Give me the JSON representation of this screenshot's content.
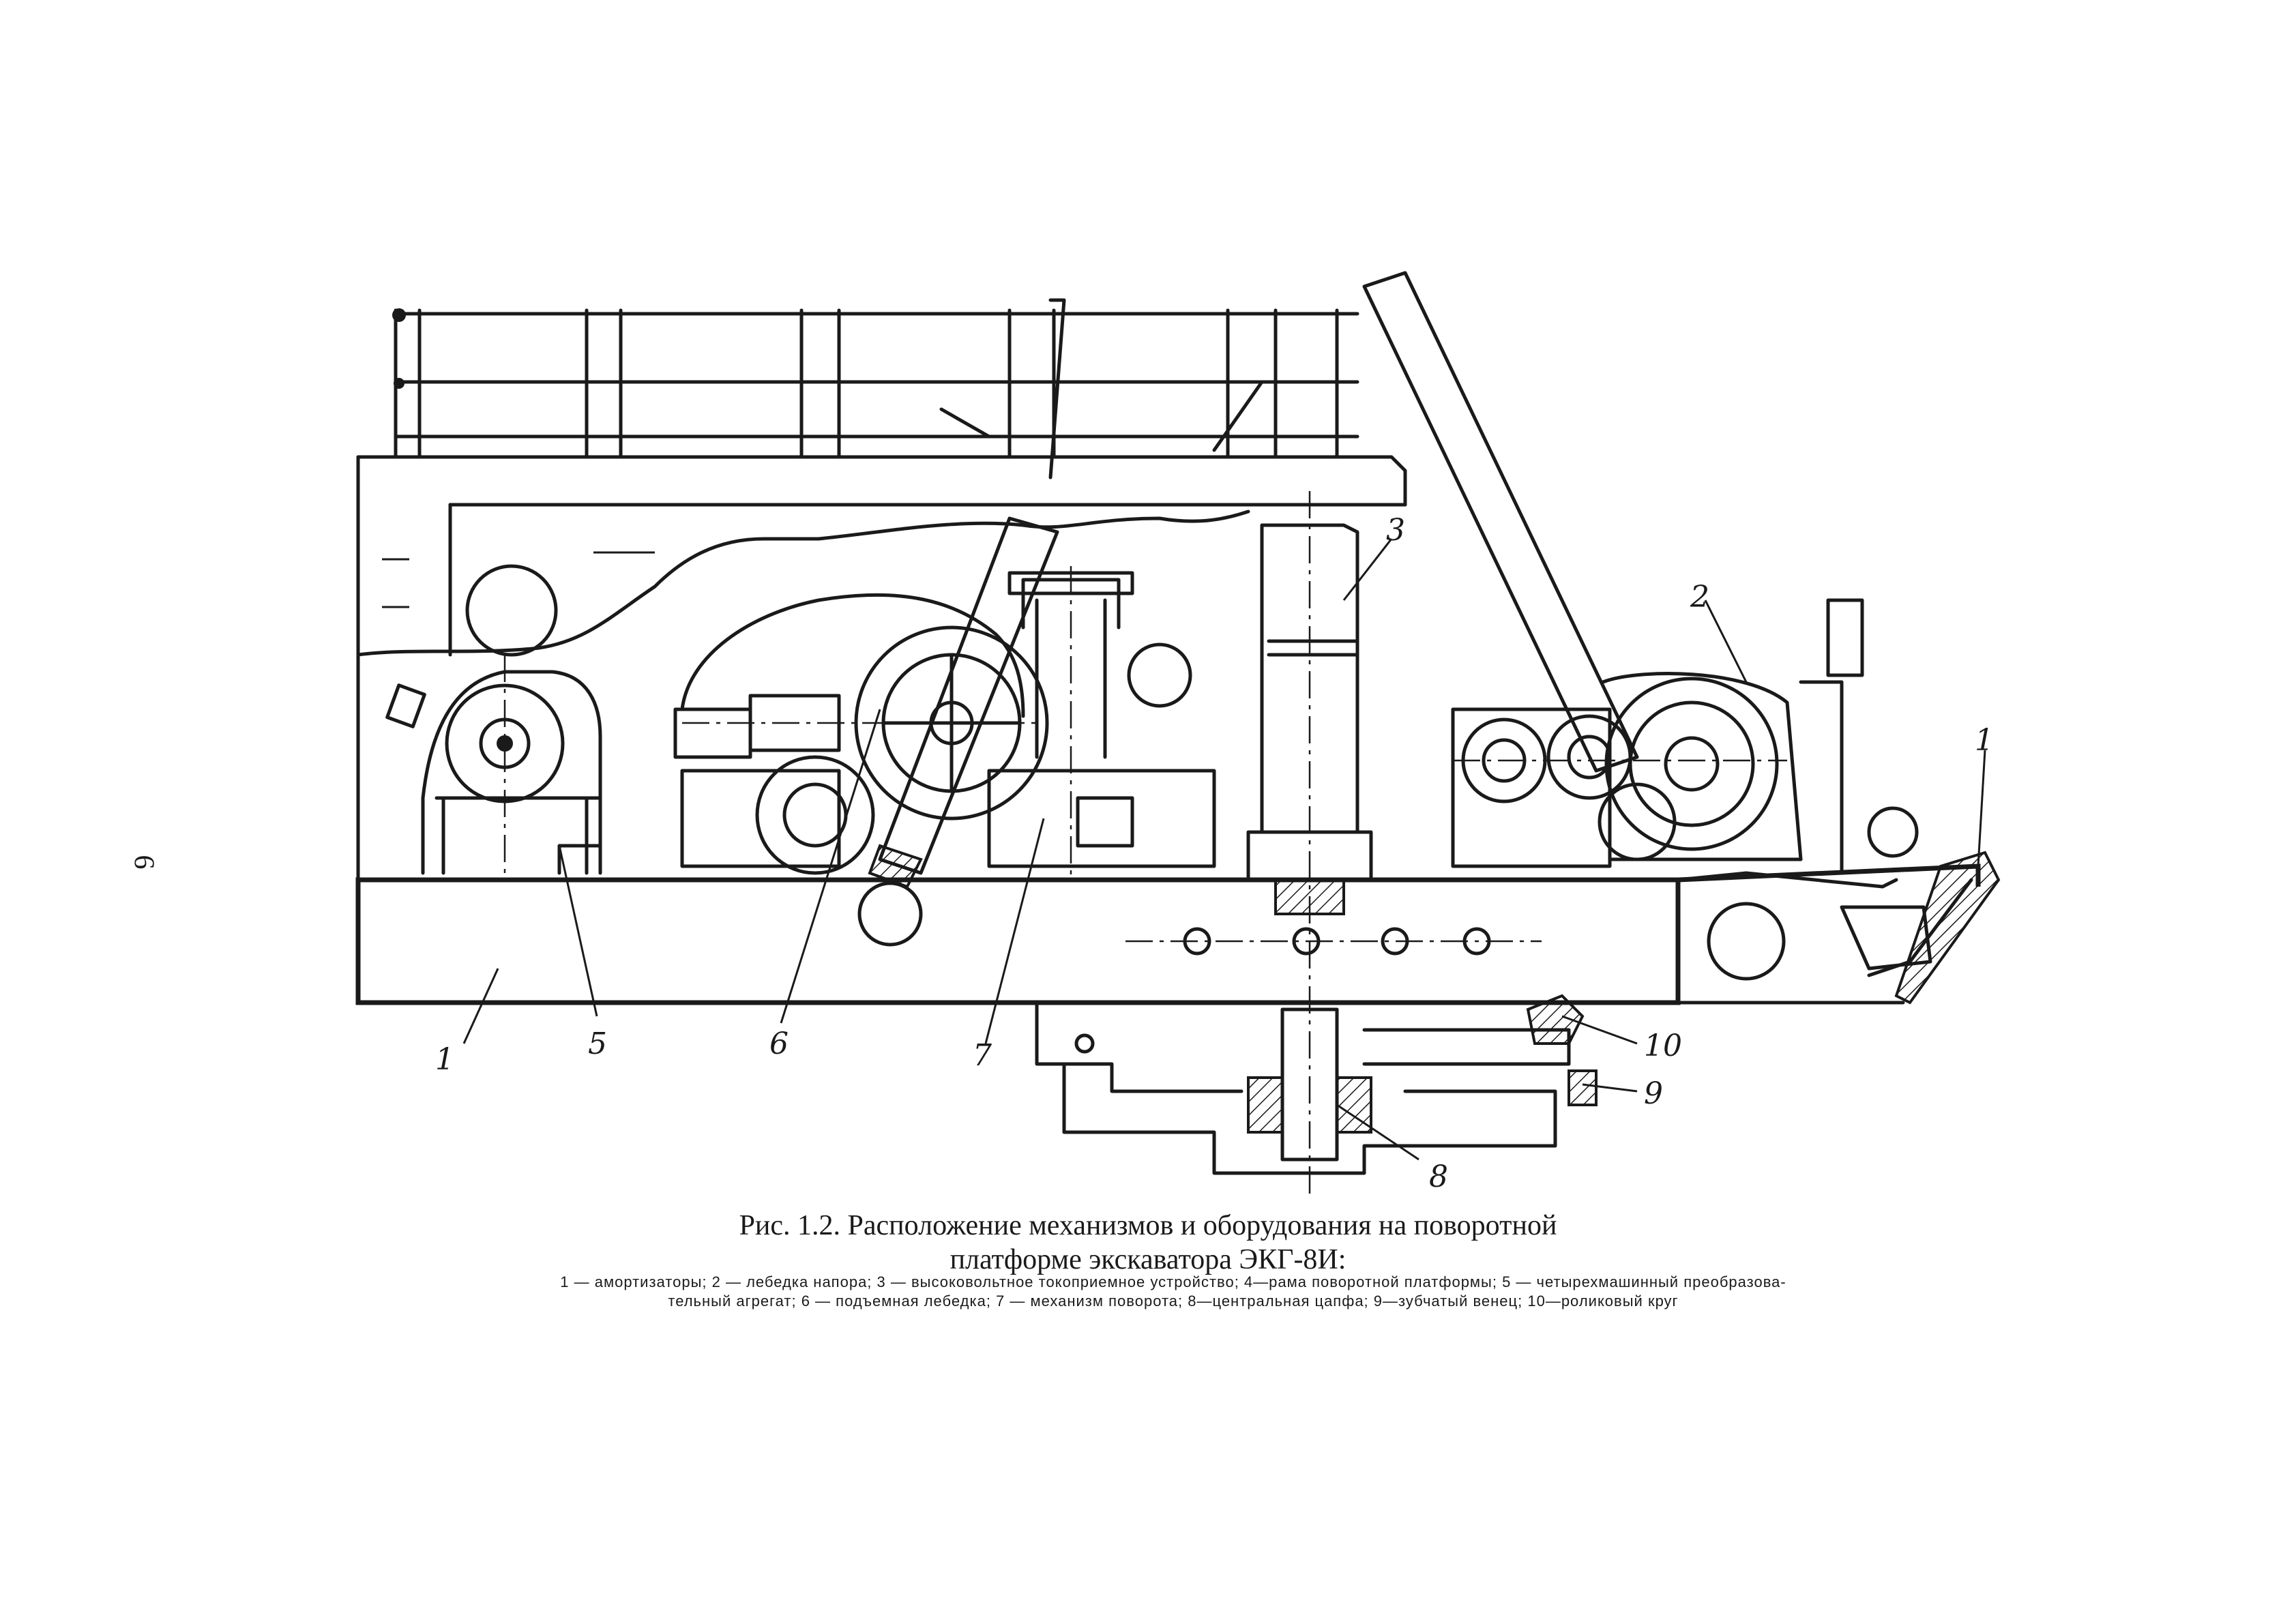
{
  "page": {
    "number": "6"
  },
  "figure": {
    "title_line1": "Рис. 1.2. Расположение механизмов и оборудования на поворотной",
    "title_line2": "платформе экскаватора ЭКГ-8И:",
    "legend_line1": "1 — амортизаторы; 2 — лебедка напора; 3 — высоковольтное токоприемное устройство; 4—рама поворотной платформы; 5 — четырехмашинный преобразова-",
    "legend_line2": "тельный агрегат; 6 — подъемная лебедка; 7 — механизм поворота; 8—центральная цапфа; 9—зубчатый венец; 10—роликовый круг"
  },
  "callouts": {
    "c1_right": "1",
    "c1_bottom": "1",
    "c2": "2",
    "c3": "3",
    "c5": "5",
    "c6": "6",
    "c7": "7",
    "c8": "8",
    "c9": "9",
    "c10": "10"
  },
  "colors": {
    "ink": "#1a1a1a",
    "paper": "#ffffff"
  }
}
